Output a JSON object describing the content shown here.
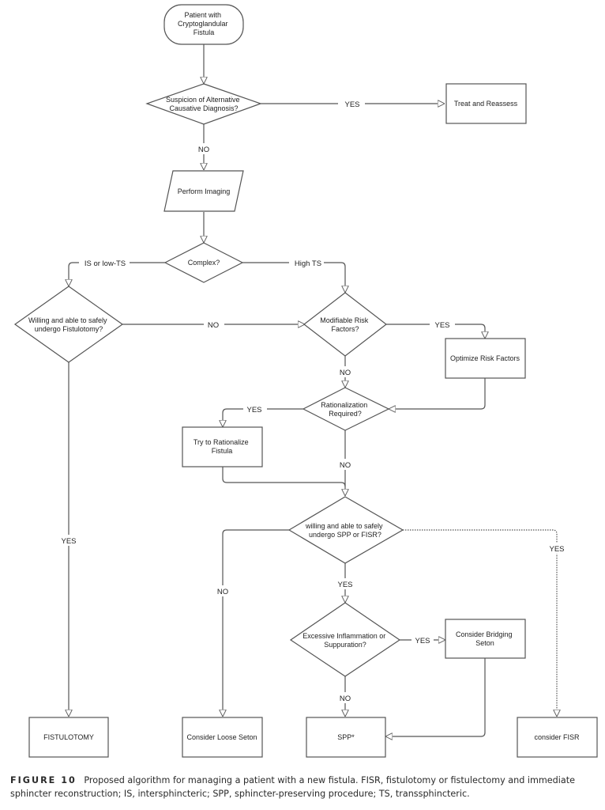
{
  "nodes": {
    "start": {
      "lines": [
        "Patient with",
        "Cryptoglandular",
        "Fistula"
      ]
    },
    "d_alt": {
      "lines": [
        "Suspicion of Alternative",
        "Causative Diagnosis?"
      ]
    },
    "treat": {
      "lines": [
        "Treat and Reassess"
      ]
    },
    "imaging": {
      "lines": [
        "Perform Imaging"
      ]
    },
    "d_complex": {
      "lines": [
        "Complex?"
      ]
    },
    "d_fistulotomy": {
      "lines": [
        "Willing and able to safely",
        "undergo Fistulotomy?"
      ]
    },
    "d_risk": {
      "lines": [
        "Modifiable Risk",
        "Factors?"
      ]
    },
    "optimize": {
      "lines": [
        "Optimize Risk Factors"
      ]
    },
    "d_rational": {
      "lines": [
        "Rationalization",
        "Required?"
      ]
    },
    "rationalize": {
      "lines": [
        "Try to Rationalize",
        "Fistula"
      ]
    },
    "d_spp": {
      "lines": [
        "willing and able to safely",
        "undergo SPP or FISR?"
      ]
    },
    "d_inflam": {
      "lines": [
        "Excessive Inflammation or",
        "Suppuration?"
      ]
    },
    "bridging": {
      "lines": [
        "Consider Bridging",
        "Seton"
      ]
    },
    "fistulotomy": {
      "lines": [
        "FISTULOTOMY"
      ]
    },
    "loose_seton": {
      "lines": [
        "Consider Loose Seton"
      ]
    },
    "spp": {
      "lines": [
        "SPP*"
      ]
    },
    "fisr": {
      "lines": [
        "consider FISR"
      ]
    }
  },
  "edge_labels": {
    "alt_yes": "YES",
    "alt_no": "NO",
    "complex_left": "IS or low-TS",
    "complex_right": "High TS",
    "fistulotomy_no": "NO",
    "fistulotomy_yes": "YES",
    "risk_yes": "YES",
    "risk_no": "NO",
    "rational_yes": "YES",
    "rational_no": "NO",
    "spp_no": "NO",
    "spp_yes_down": "YES",
    "spp_yes_right": "YES",
    "inflam_yes": "YES",
    "inflam_no": "NO"
  },
  "caption": {
    "label": "FIGURE 10",
    "text": "Proposed algorithm for managing a patient with a new fistula. FISR, fistulotomy or fistulectomy and immediate sphincter reconstruction; IS, intersphincteric; SPP, sphincter-preserving procedure; TS, transsphincteric."
  }
}
